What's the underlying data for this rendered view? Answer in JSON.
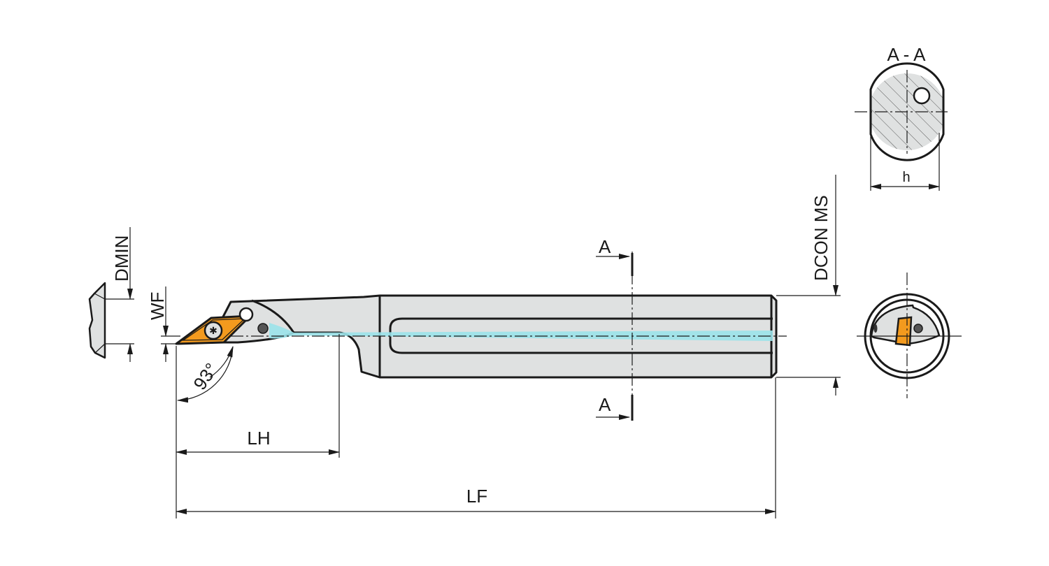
{
  "labels": {
    "section_title": "A - A",
    "h": "h",
    "dcon_ms": "DCON MS",
    "section_mark_top": "A",
    "section_mark_bottom": "A",
    "dmin": "DMIN",
    "wf": "WF",
    "angle": "93°",
    "lh": "LH",
    "lf": "LF"
  },
  "colors": {
    "insert": "#f39a1e",
    "coolant": "#9be3ea",
    "body": "#dfe1e1"
  }
}
